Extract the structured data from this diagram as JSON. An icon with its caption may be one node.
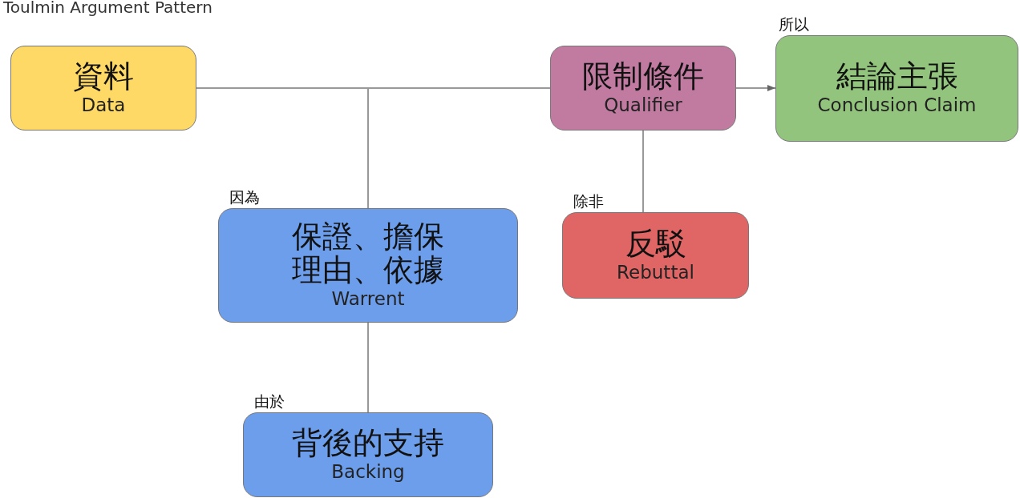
{
  "diagram": {
    "title": "Toulmin Argument Pattern",
    "nodes": [
      {
        "text": [
          "資料",
          "Data"
        ]
      },
      {
        "text": [
          "限制條件",
          "Qualifier"
        ]
      },
      {
        "text": [
          "結論主張",
          "Conclusion Claim"
        ],
        "beside": [
          "所以"
        ]
      },
      {
        "text": [
          "保證、擔保理由、依據",
          "Warrent"
        ],
        "beside": [
          "因為"
        ]
      },
      {
        "text": [
          "反駁",
          "Rebuttal"
        ],
        "beside": [
          "除非"
        ]
      },
      {
        "text": [
          "背後的支持",
          "Backing"
        ],
        "beside": [
          "由於"
        ]
      }
    ],
    "edges": [
      {
        "from": 0,
        "to": 1,
        "arrow": "none"
      },
      {
        "from": 1,
        "to": 2,
        "arrow": "to"
      },
      {
        "from": 3,
        "to": 1,
        "arrow": "none"
      },
      {
        "from": 4,
        "to": 1,
        "arrow": "none"
      },
      {
        "from": 5,
        "to": 3,
        "arrow": "none"
      }
    ]
  }
}
